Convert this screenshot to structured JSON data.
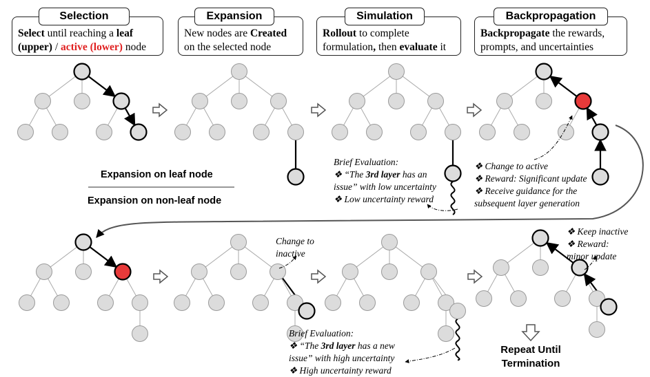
{
  "stages": [
    {
      "title": "Selection",
      "line1": [
        {
          "t": "Select",
          "s": "b"
        },
        {
          "t": " until reaching a "
        },
        {
          "t": "leaf",
          "s": "b"
        }
      ],
      "line2": [
        {
          "t": "(upper)",
          "s": "b"
        },
        {
          "t": " / "
        },
        {
          "t": "active (lower)",
          "s": "r"
        },
        {
          "t": " node"
        }
      ]
    },
    {
      "title": "Expansion",
      "line1": [
        {
          "t": "New nodes are "
        },
        {
          "t": "Created",
          "s": "b"
        }
      ],
      "line2": [
        {
          "t": "on the selected node"
        }
      ]
    },
    {
      "title": "Simulation",
      "line1": [
        {
          "t": "Rollout",
          "s": "b"
        },
        {
          "t": " to complete"
        }
      ],
      "line2": [
        {
          "t": "formulation"
        },
        {
          "t": ",",
          "s": "b"
        },
        {
          "t": " then "
        },
        {
          "t": "evaluate",
          "s": "b"
        },
        {
          "t": " it"
        }
      ]
    },
    {
      "title": "Backpropagation",
      "line1": [
        {
          "t": "Backpropagate",
          "s": "b"
        },
        {
          "t": " the rewards,"
        }
      ],
      "line2": [
        {
          "t": "prompts, and uncertainties"
        }
      ]
    }
  ],
  "legend": {
    "upper": "Expansion on leaf node",
    "lower": "Expansion on non-leaf node"
  },
  "annotations": {
    "sim_upper": [
      [
        {
          "t": "Brief Evaluation:"
        }
      ],
      [
        {
          "t": "❖ "
        },
        {
          "t": "“The "
        },
        {
          "t": "3rd layer",
          "s": "b"
        },
        {
          "t": " has an"
        }
      ],
      [
        {
          "t": "issue” with low uncertainty"
        }
      ],
      [
        {
          "t": "❖ Low uncertainty reward"
        }
      ]
    ],
    "bp_upper": [
      [
        {
          "t": "❖ Change to active"
        }
      ],
      [
        {
          "t": "❖ Reward: Significant update"
        }
      ],
      [
        {
          "t": "❖ Receive guidance for the"
        }
      ],
      [
        {
          "t": "subsequent layer generation"
        }
      ]
    ],
    "exp_lower": [
      [
        {
          "t": "Change to"
        }
      ],
      [
        {
          "t": "inactive"
        }
      ]
    ],
    "sim_lower": [
      [
        {
          "t": "Brief Evaluation:"
        }
      ],
      [
        {
          "t": "❖ "
        },
        {
          "t": "“The "
        },
        {
          "t": "3rd layer",
          "s": "b"
        },
        {
          "t": " has a new"
        }
      ],
      [
        {
          "t": "issue” with high uncertainty"
        }
      ],
      [
        {
          "t": "❖ High uncertainty reward"
        }
      ]
    ],
    "bp_lower": [
      [
        {
          "t": "❖ Keep inactive"
        }
      ],
      [
        {
          "t": "❖ Reward:"
        }
      ],
      [
        {
          "t": "minor update"
        }
      ]
    ]
  },
  "repeat": {
    "line1": "Repeat Until",
    "line2": "Termination"
  },
  "colors": {
    "node_fill": "#dcdcdc",
    "active_fill": "#e83a3a",
    "stroke": "#000000",
    "edge": "#aaaaaa"
  }
}
